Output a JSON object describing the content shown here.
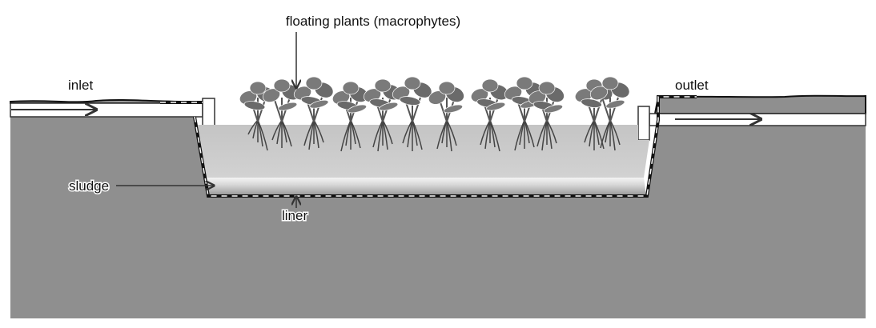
{
  "diagram": {
    "labels": {
      "plants": "floating plants (macrophytes)",
      "inlet": "inlet",
      "outlet": "outlet",
      "sludge": "sludge",
      "liner": "liner"
    },
    "colors": {
      "ground": "#8f8f8f",
      "water": "#c9c9c9",
      "plant": "#6a6a6a",
      "liner": "#111111"
    }
  }
}
